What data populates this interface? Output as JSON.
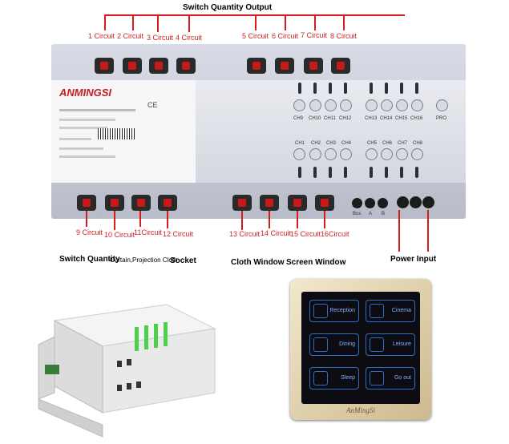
{
  "labels": {
    "top_title": "Switch Quantity Output",
    "circuits_top": [
      "1 Circuit",
      "2 Circuit",
      "3 Circuit",
      "4 Circuit",
      "5 Circuit",
      "6 Circuit",
      "7 Circuit",
      "8 Circuit"
    ],
    "circuits_bottom": [
      "9 Circuit",
      "10 Circuit",
      "11Circuit",
      "12 Circuit",
      "13 Circuit",
      "14 Circuit",
      "15 Circuit",
      "16Circuit"
    ],
    "group_switch_quantity": "Switch Quantity",
    "group_curtain": "Curtain,Projection Cloth",
    "group_socket": "Socket",
    "group_cloth_window": "Cloth Window",
    "group_screen_window": "Screen Window",
    "group_power_input": "Power  Input"
  },
  "device": {
    "brand": "ANMINGSI",
    "ce_mark": "CE",
    "channels_top": [
      "CH9",
      "CH10",
      "CH11",
      "CH12",
      "CH13",
      "CH14",
      "CH15",
      "CH16",
      "PRO"
    ],
    "channels_bottom": [
      "CH1",
      "CH2",
      "CH3",
      "CH4",
      "CH5",
      "CH6",
      "CH7",
      "CH8"
    ],
    "bus_labels": [
      "Bus",
      "A",
      "B"
    ]
  },
  "touch_panel": {
    "buttons": [
      "Reception",
      "Cinema",
      "Dining",
      "Leisure",
      "Sleep",
      "Go out"
    ],
    "brand": "AnMingSi"
  },
  "colors": {
    "accent_red": "#d81a1a",
    "touch_blue": "#2f6fc2"
  }
}
